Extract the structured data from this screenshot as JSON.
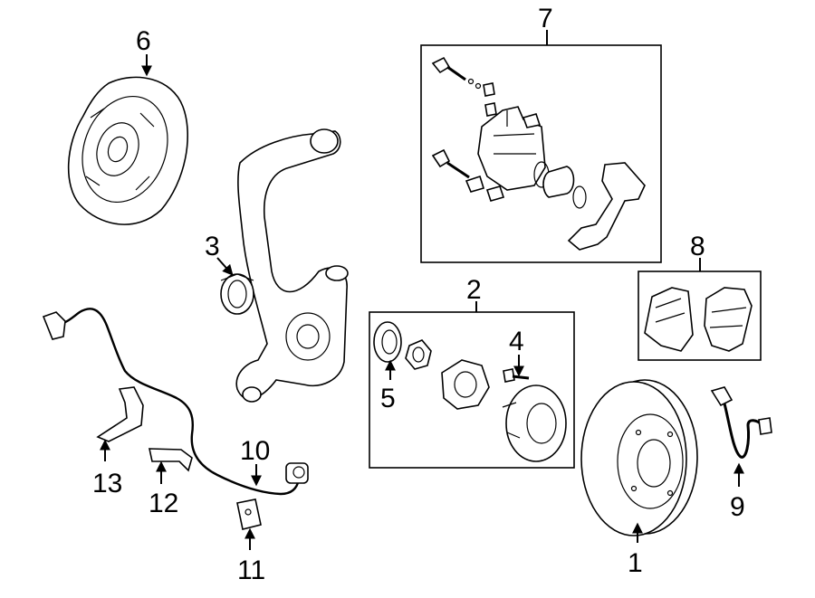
{
  "callouts": {
    "c1": "1",
    "c2": "2",
    "c3": "3",
    "c4": "4",
    "c5": "5",
    "c6": "6",
    "c7": "7",
    "c8": "8",
    "c9": "9",
    "c10": "10",
    "c11": "11",
    "c12": "12",
    "c13": "13"
  },
  "parts": {
    "p1": "rotor-icon",
    "p2": "hub-assembly-icon",
    "p3": "dust-cover-icon",
    "p4": "wheel-stud-icon",
    "p5": "tone-wheel-icon",
    "p6": "backing-plate-icon",
    "p7": "caliper-assembly-icon",
    "p8": "brake-pads-icon",
    "p9": "brake-hose-icon",
    "p10": "abs-sensor-icon",
    "p11": "clip-icon",
    "p12": "bracket-icon",
    "p13": "bracket-icon",
    "knuckle": "steering-knuckle-icon"
  }
}
